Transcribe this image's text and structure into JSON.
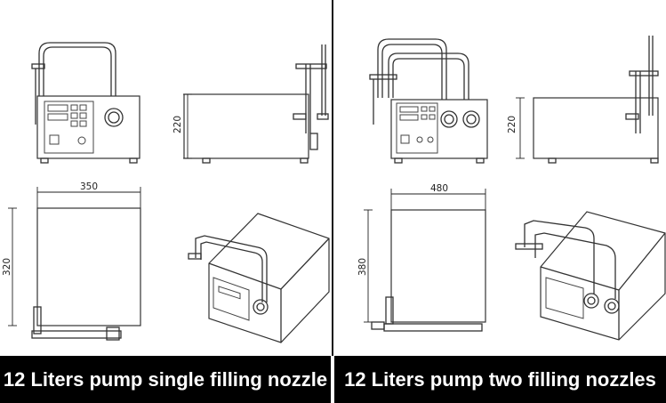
{
  "left_panel": {
    "caption": "12 Liters pump single filling nozzle",
    "dim_width": "350",
    "dim_depth": "320",
    "dim_height": "220"
  },
  "right_panel": {
    "caption": "12 Liters pump two filling nozzles",
    "dim_width": "480",
    "dim_depth": "380",
    "dim_height": "220"
  },
  "colors": {
    "line": "#333333",
    "caption_bg": "#000000",
    "caption_fg": "#ffffff"
  }
}
